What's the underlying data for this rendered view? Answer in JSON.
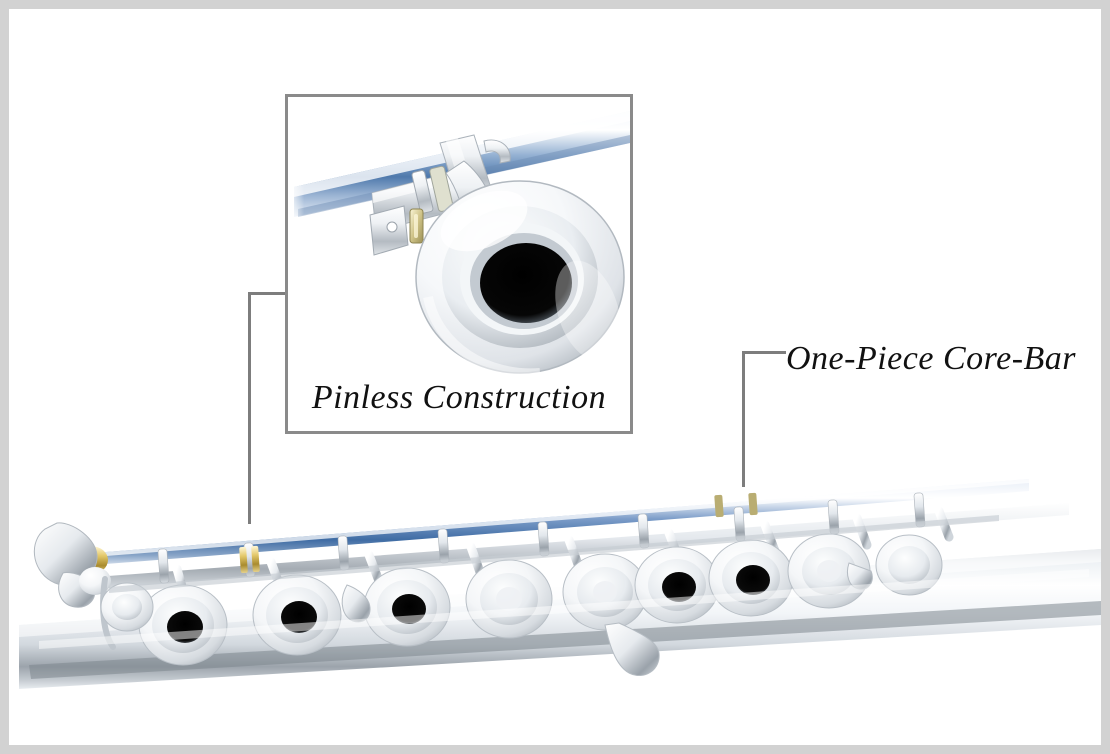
{
  "page": {
    "kind": "product-illustration",
    "subject": "flute-mechanism-diagram",
    "background_color": "#ffffff",
    "frame_color": "#d2d2d2"
  },
  "callout": {
    "name": "pinless-construction-inset",
    "caption": "Pinless Construction",
    "border_color": "#8a8a8a",
    "background_color": "#ffffff",
    "art_description": "close-up of core-bar rod with pinless key post and tone-hole key"
  },
  "annotations": [
    {
      "id": "one-piece-core-bar",
      "label": "One-Piece Core-Bar",
      "leader_color": "#7d7d7d"
    },
    {
      "id": "pinless-construction",
      "label": "Pinless Construction",
      "leader_color": "#7d7d7d"
    }
  ],
  "labels": {
    "core_bar": "One-Piece Core-Bar",
    "pinless": "Pinless Construction"
  },
  "colors": {
    "rod_blue": "#5b7fb4",
    "rod_highlight": "#dfe9f5",
    "silver_light": "#fbfcfd",
    "silver_mid": "#c9cfd6",
    "silver_dark": "#8d949c",
    "brass_gold": "#c9a githubusercontent",
    "hole_black": "#050505",
    "line_gray": "#7d7d7d",
    "frame_gray": "#d2d2d2"
  },
  "flute": {
    "name": "flute-body",
    "description": "silver flute body shown at an angle with open-hole keys, key levers and a blue steel one-piece core-bar running along the top",
    "key_count_visible": 9
  }
}
